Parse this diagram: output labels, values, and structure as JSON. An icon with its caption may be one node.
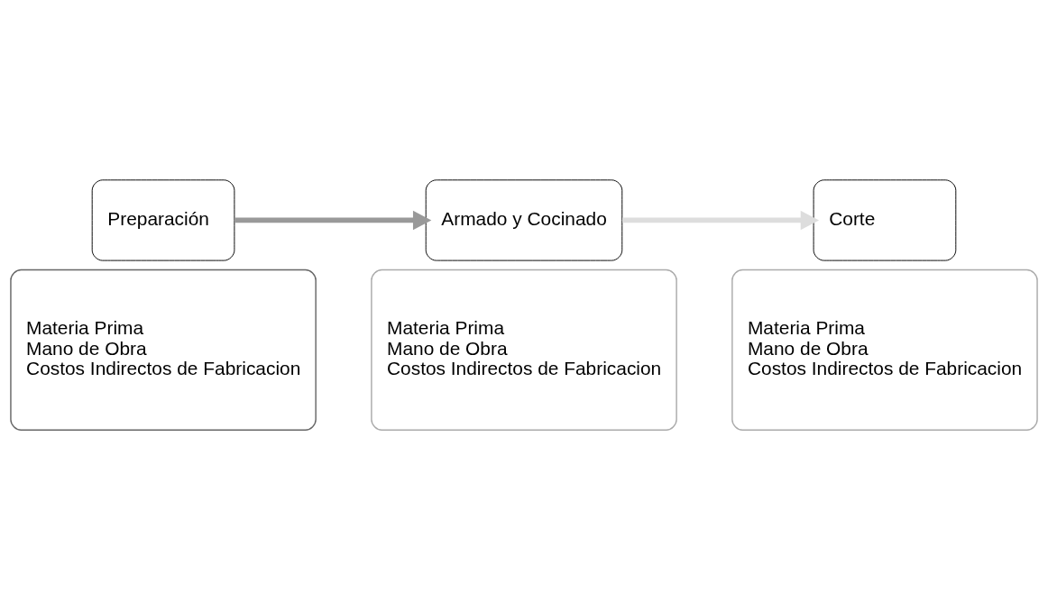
{
  "diagram": {
    "nodes": [
      {
        "text": [
          "Preparación"
        ]
      },
      {
        "text": [
          "Materia Prima",
          "Mano de Obra",
          "Costos Indirectos de Fabricacion"
        ]
      },
      {
        "text": [
          "Armado y Cocinado"
        ]
      },
      {
        "text": [
          "Materia Prima",
          "Mano de Obra",
          "Costos Indirectos de Fabricacion"
        ]
      },
      {
        "text": [
          "Corte"
        ]
      },
      {
        "text": [
          "Materia Prima",
          "Mano de Obra",
          "Costos Indirectos de Fabricacion"
        ]
      }
    ],
    "edges": [
      {
        "from": 0,
        "to": 2,
        "arrow": "to",
        "color": "#999999"
      },
      {
        "from": 2,
        "to": 4,
        "arrow": "to",
        "color": "#dddddd"
      }
    ]
  }
}
